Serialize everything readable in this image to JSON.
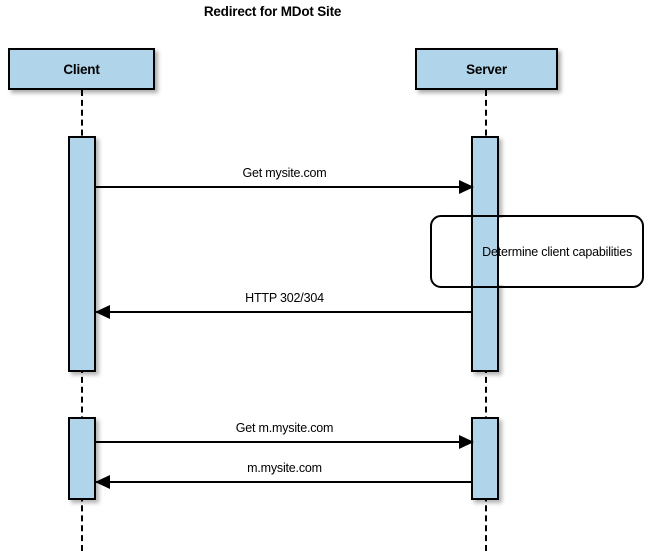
{
  "title": "Redirect for MDot Site",
  "diagram_type": "uml-sequence-diagram",
  "colors": {
    "participant_fill": "#b0d4ea",
    "stroke": "#000000",
    "background": "#ffffff"
  },
  "participants": [
    {
      "id": "client",
      "label": "Client"
    },
    {
      "id": "server",
      "label": "Server"
    }
  ],
  "messages": [
    {
      "id": "msg-1",
      "label": "Get mysite.com",
      "from": "client",
      "to": "server",
      "direction": "right"
    },
    {
      "id": "msg-2",
      "label": "HTTP 302/304",
      "from": "server",
      "to": "client",
      "direction": "left"
    },
    {
      "id": "msg-3",
      "label": "Get m.mysite.com",
      "from": "client",
      "to": "server",
      "direction": "right"
    },
    {
      "id": "msg-4",
      "label": "m.mysite.com",
      "from": "server",
      "to": "client",
      "direction": "left"
    }
  ],
  "notes": [
    {
      "id": "note-1",
      "label": "Determine client capabilities",
      "attached_to": "server"
    }
  ]
}
